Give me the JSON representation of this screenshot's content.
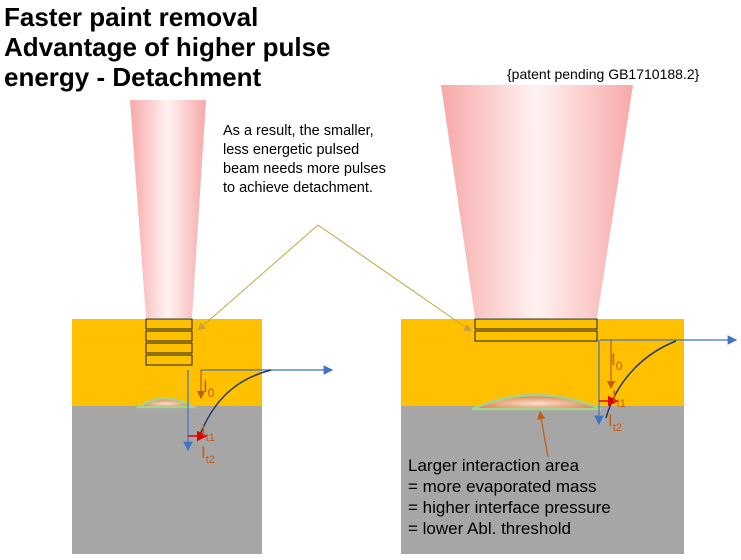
{
  "title": {
    "line1": "Faster paint removal",
    "line2": "Advantage of higher pulse",
    "line3": "energy - Detachment"
  },
  "patent": "{patent pending GB1710188.2}",
  "note": "As a result, the smaller, less energetic pulsed beam needs more pulses to achieve detachment.",
  "larger_area": {
    "line1": "Larger interaction area",
    "line2": "= more evaporated mass",
    "line3": "= higher interface pressure",
    "line4": "= lower Abl. threshold"
  },
  "labels": {
    "I": "I",
    "sub0": "0",
    "subt1": "t1",
    "subt2": "t2"
  },
  "colors": {
    "paint": "#FFC000",
    "substrate": "#A6A6A6",
    "beam": "#F4A0A0",
    "label": "#C55A11",
    "arrow": "#4472C4",
    "pointer": "#C8A23C",
    "glow": "#A9D18E"
  }
}
